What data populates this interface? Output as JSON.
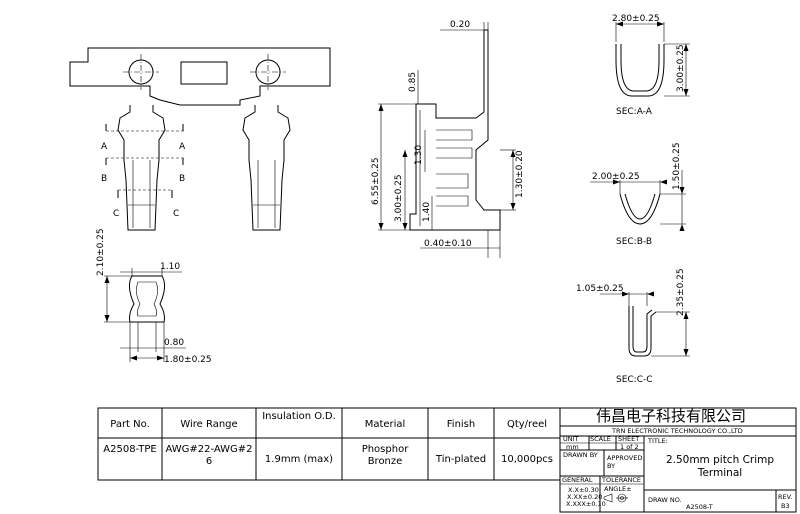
{
  "dimensions": {
    "top_thickness": "0.20",
    "overall_height": "6.55±0.25",
    "tab_height": "0.85",
    "step_height": "1.30",
    "crimp_height": "3.00±0.25",
    "inner_height": "1.40",
    "right_height": "1.30±0.20",
    "base_thickness": "0.40±0.10",
    "front_height": "2.10±0.25",
    "front_top_width": "1.10",
    "front_bottom_width": "0.80",
    "front_overall_width": "1.80±0.25",
    "sec_a_width": "2.80±0.25",
    "sec_a_height": "3.00±0.25",
    "sec_b_width": "2.00±0.25",
    "sec_b_height": "1.50±0.25",
    "sec_c_width": "1.05±0.25",
    "sec_c_height": "2.35±0.25"
  },
  "section_markers": {
    "a": "A",
    "b": "B",
    "c": "C"
  },
  "section_labels": {
    "a": "SEC:A-A",
    "b": "SEC:B-B",
    "c": "SEC:C-C"
  },
  "table": {
    "headers": [
      "Part No.",
      "Wire Range",
      "Insulation O.D.",
      "Material",
      "Finish",
      "Qty/reel"
    ],
    "part_no": "A2508-TPE",
    "wire_range": "AWG#22-AWG#26",
    "insulation": "1.9mm (max)",
    "material": "Phosphor Bronze",
    "finish": "Tin-plated",
    "qty": "10,000pcs"
  },
  "title_block": {
    "company_cn": "伟昌电子科技有限公司",
    "company_en": "TRN ELECTRONIC TECHNOLOGY CO.,LTD",
    "unit_label": "UNIT",
    "unit_value": "mm",
    "scale_label": "SCALE",
    "sheet_label": "SHEET",
    "sheet_value": "1 of 2",
    "title_label": "TITLE:",
    "title": "2.50mm pitch Crimp Terminal",
    "drawn_by_label": "DRAWN BY",
    "approved_by_label": "APPROVED BY",
    "general_label": "GENERAL",
    "tolerance_label": "TOLERANCE",
    "angle_label": "ANGLE±",
    "tol_1": "X.X±0.30",
    "tol_2": "X.XX±0.20",
    "tol_3": "X.XXX±0.10",
    "draw_no_label": "DRAW NO.",
    "draw_no": "A2508-T",
    "rev_label": "REV.",
    "rev": "B3"
  }
}
